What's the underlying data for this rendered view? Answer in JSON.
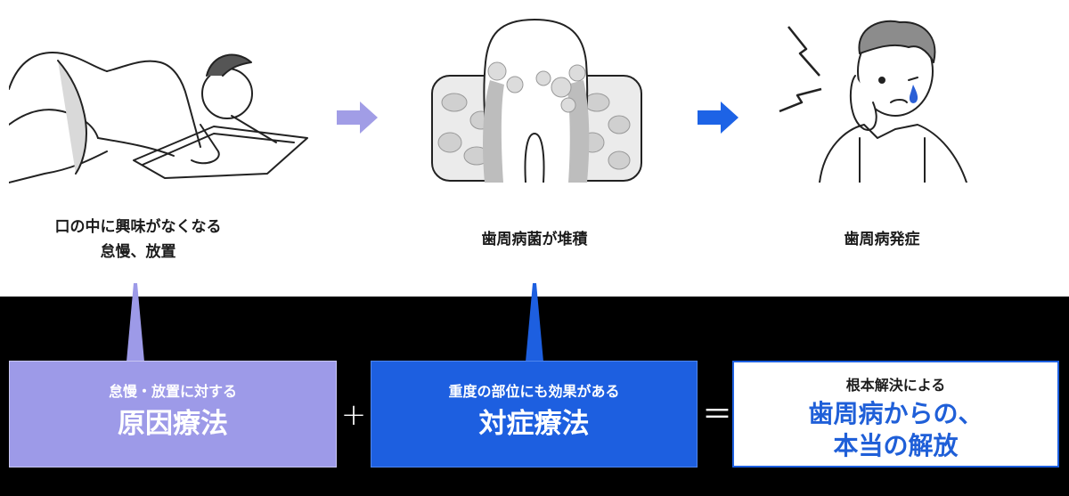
{
  "steps": [
    {
      "caption_line1": "口の中に興味がなくなる",
      "caption_line2": "怠慢、放置",
      "illustration": "lying-person-drawing"
    },
    {
      "caption_line1": "歯周病菌が堆積",
      "illustration": "tooth-plaque-drawing"
    },
    {
      "caption_line1": "歯周病発症",
      "illustration": "toothache-person-drawing"
    }
  ],
  "boxes": [
    {
      "sub": "怠慢・放置に対する",
      "main": "原因療法",
      "color": "#9d9ae8"
    },
    {
      "sub": "重度の部位にも効果がある",
      "main": "対症療法",
      "color": "#1d5fe0"
    },
    {
      "sub": "根本解決による",
      "main_line1": "歯周病からの、",
      "main_line2": "本当の解放",
      "color": "#ffffff"
    }
  ],
  "operators": {
    "plus": "+",
    "equals": "＝"
  },
  "colors": {
    "arrow1": "#a19de6",
    "arrow2": "#1d63e6",
    "accent_text": "#1f5fd8"
  }
}
